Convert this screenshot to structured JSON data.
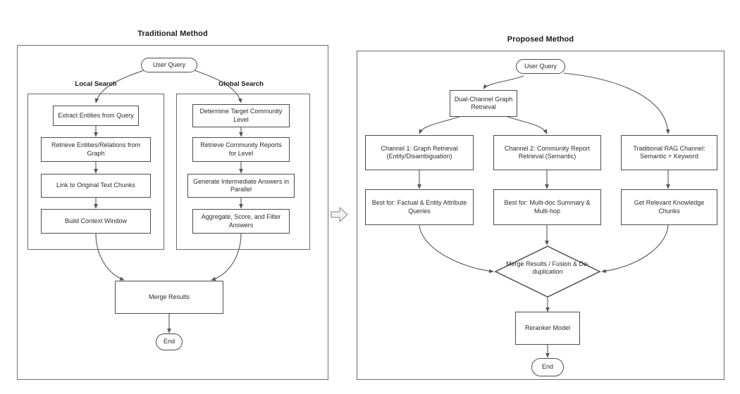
{
  "figure": {
    "background_color": "#ffffff",
    "node_border_color": "#4d4d4d",
    "panel_border_color": "#6b6b6b",
    "text_color": "#2b2b2b",
    "edge_color": "#555555"
  },
  "panels": [
    {
      "id": "traditional",
      "title": "Traditional Method",
      "start_node": "User Query",
      "branches": [
        {
          "label": "Local Search",
          "steps": [
            "Extract Entities from Query",
            "Retrieve Entities/Relations from Graph",
            "Link to Original Text Chunks",
            "Build Context Window"
          ]
        },
        {
          "label": "Global Search",
          "steps": [
            "Determine Target Community Level",
            "Retrieve Community Reports for Level",
            "Generate Intermediate Answers in Parallel",
            "Aggregate, Score, and Filter Answers"
          ]
        }
      ],
      "merge_node": "Merge Results",
      "end_node": "End"
    },
    {
      "id": "proposed",
      "title": "Proposed Method",
      "start_node": "User Query",
      "router_node": "Dual-Channel Graph Retrieval",
      "channels": [
        {
          "head": "Channel 1: Graph Retrieval (Entity/Disambiguation)",
          "detail": "Best for: Factual & Entity Attribute Queries"
        },
        {
          "head": "Channel 2: Community Report Retrieval (Semantic)",
          "detail": "Best for: Multi-doc Summary & Multi-hop"
        },
        {
          "head": "Traditional RAG Channel: Semantic + Keyword",
          "detail": "Get Relevant Knowledge Chunks"
        }
      ],
      "decision_node": "Merge Results / Fusion & De-duplication",
      "rerank_node": "Reranker Model",
      "end_node": "End"
    }
  ],
  "transition": {
    "icon": "right-arrow-icon"
  }
}
